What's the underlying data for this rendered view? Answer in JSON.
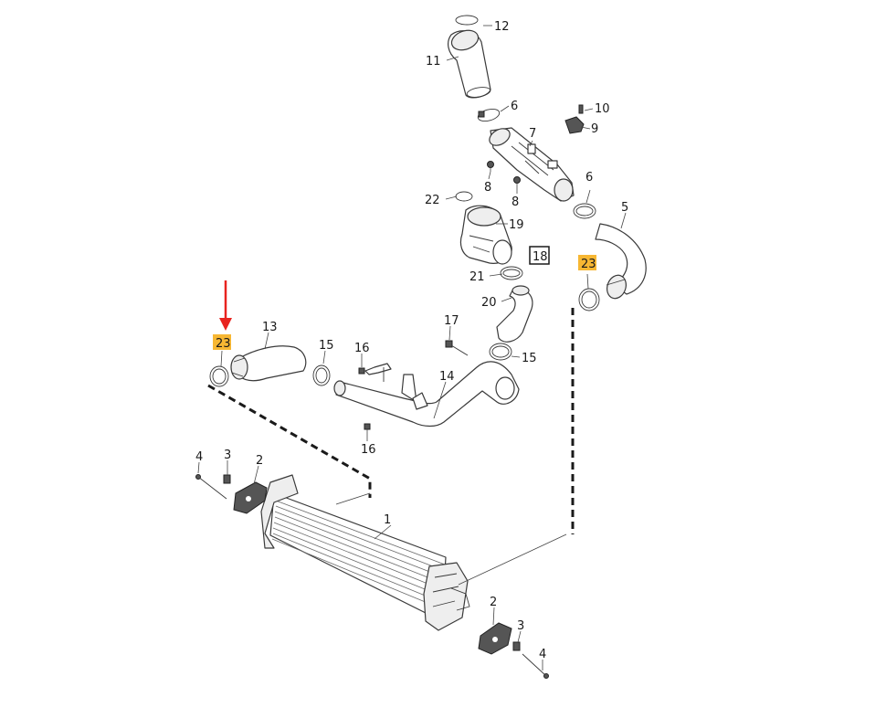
{
  "diagram": {
    "callouts": {
      "c1": "1",
      "c2a": "2",
      "c2b": "2",
      "c3a": "3",
      "c3b": "3",
      "c4a": "4",
      "c4b": "4",
      "c5": "5",
      "c6a": "6",
      "c6b": "6",
      "c7": "7",
      "c8a": "8",
      "c8b": "8",
      "c9": "9",
      "c10": "10",
      "c11": "11",
      "c12": "12",
      "c13": "13",
      "c14": "14",
      "c15a": "15",
      "c15b": "15",
      "c16a": "16",
      "c16b": "16",
      "c17": "17",
      "c18": "18",
      "c19": "19",
      "c20": "20",
      "c21": "21",
      "c22": "22",
      "c23a": "23",
      "c23b": "23"
    },
    "highlighted_part": "23",
    "highlight_color": "#f7b733",
    "arrow_color": "#e8231f",
    "boxed_part": "18"
  }
}
